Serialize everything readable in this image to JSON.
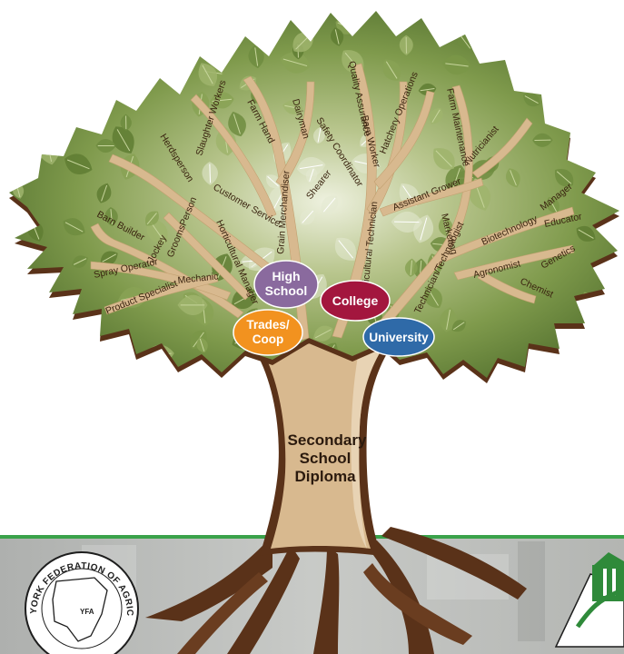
{
  "trunk": {
    "lines": [
      "Secondary",
      "School",
      "Diploma"
    ]
  },
  "pathways": {
    "high_school": [
      "High",
      "School"
    ],
    "college": [
      "College"
    ],
    "university": [
      "University"
    ],
    "trades": [
      "Trades/",
      "Coop"
    ]
  },
  "colors": {
    "high_school": "#8a6a9e",
    "college": "#a3163e",
    "university": "#2f6aa8",
    "trades": "#f2921f",
    "trunk": "#d8b98f",
    "bark": "#5a3219",
    "canopy": "#768f48",
    "footer_line": "#3aa24a"
  },
  "careers": {
    "farm_hand": "Farm Hand",
    "slaughter_workers": "Slaughter Workers",
    "dairyman": "Dairyman",
    "quality_assurance": "Quality Assurance",
    "hatchery_operations": "Hatchery Operations",
    "farm_maintenance": "Farm Maintenance",
    "nutricianist": "Nutricianist",
    "herdsperson": "Herdsperson",
    "safety_coordinator": "Safety Coordinator",
    "barn_worker": "Barn Worker",
    "customer_service": "Customer Service",
    "grain_merchandiser": "Grain Merchandiser",
    "shearer": "Shearer",
    "horticultural_technician": "Horticultural Technician",
    "assistant_grower": "Assistant Grower",
    "manager": "Manager",
    "barn_builder": "Barn Builder",
    "groomsperson": "GroomsPerson",
    "jockey": "Jockey",
    "horticultural_manager": "Horticultural Manager",
    "marketing": "Marketing",
    "biotechnology": "Biotechnology",
    "educator": "Educator",
    "spray_operator": "Spray Operator",
    "mechanic": "Mechanic",
    "product_specialist": "Product Specialist",
    "technician_technologist": "Technician/Technologist",
    "agronomist": "Agronomist",
    "genetics": "Genetics",
    "chemist": "Chemist"
  },
  "footer": {
    "seal_text": "YORK FEDERATION OF AGRICULTURE",
    "seal_initials": "YFA"
  }
}
